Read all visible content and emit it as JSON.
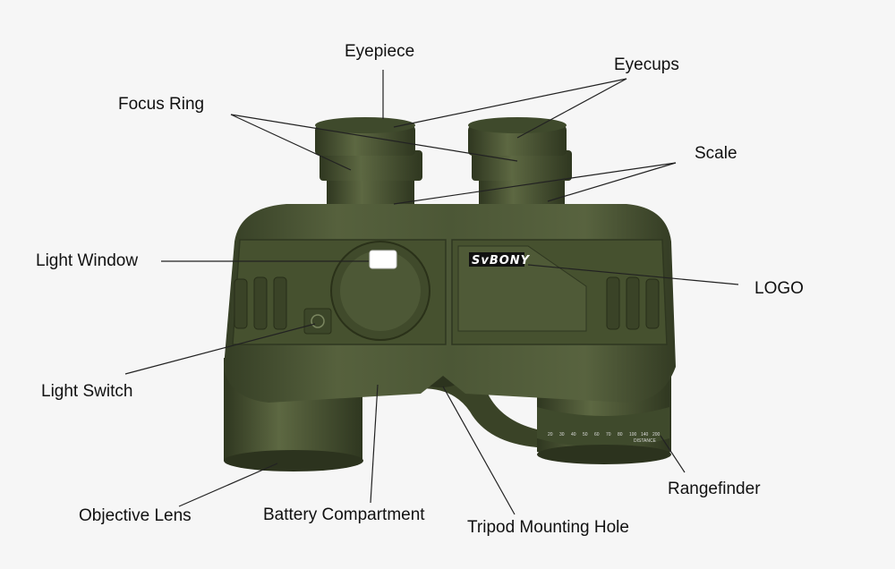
{
  "labels": {
    "eyepiece": "Eyepiece",
    "eyecups": "Eyecups",
    "focus_ring": "Focus Ring",
    "scale": "Scale",
    "light_window": "Light Window",
    "logo": "LOGO",
    "light_switch": "Light Switch",
    "objective_lens": "Objective Lens",
    "battery_compartment": "Battery Compartment",
    "tripod_mounting_hole": "Tripod Mounting Hole",
    "rangefinder": "Rangefinder"
  },
  "brand": "SvBONY",
  "rangefinder_scale": [
    "20",
    "30",
    "40",
    "50",
    "60",
    "70",
    "80",
    "100",
    "140",
    "200"
  ],
  "rangefinder_caption": "DISTANCE",
  "colors": {
    "body": "#4c5736",
    "dark": "#353e25",
    "light": "#66714c",
    "background": "#f6f6f6"
  }
}
